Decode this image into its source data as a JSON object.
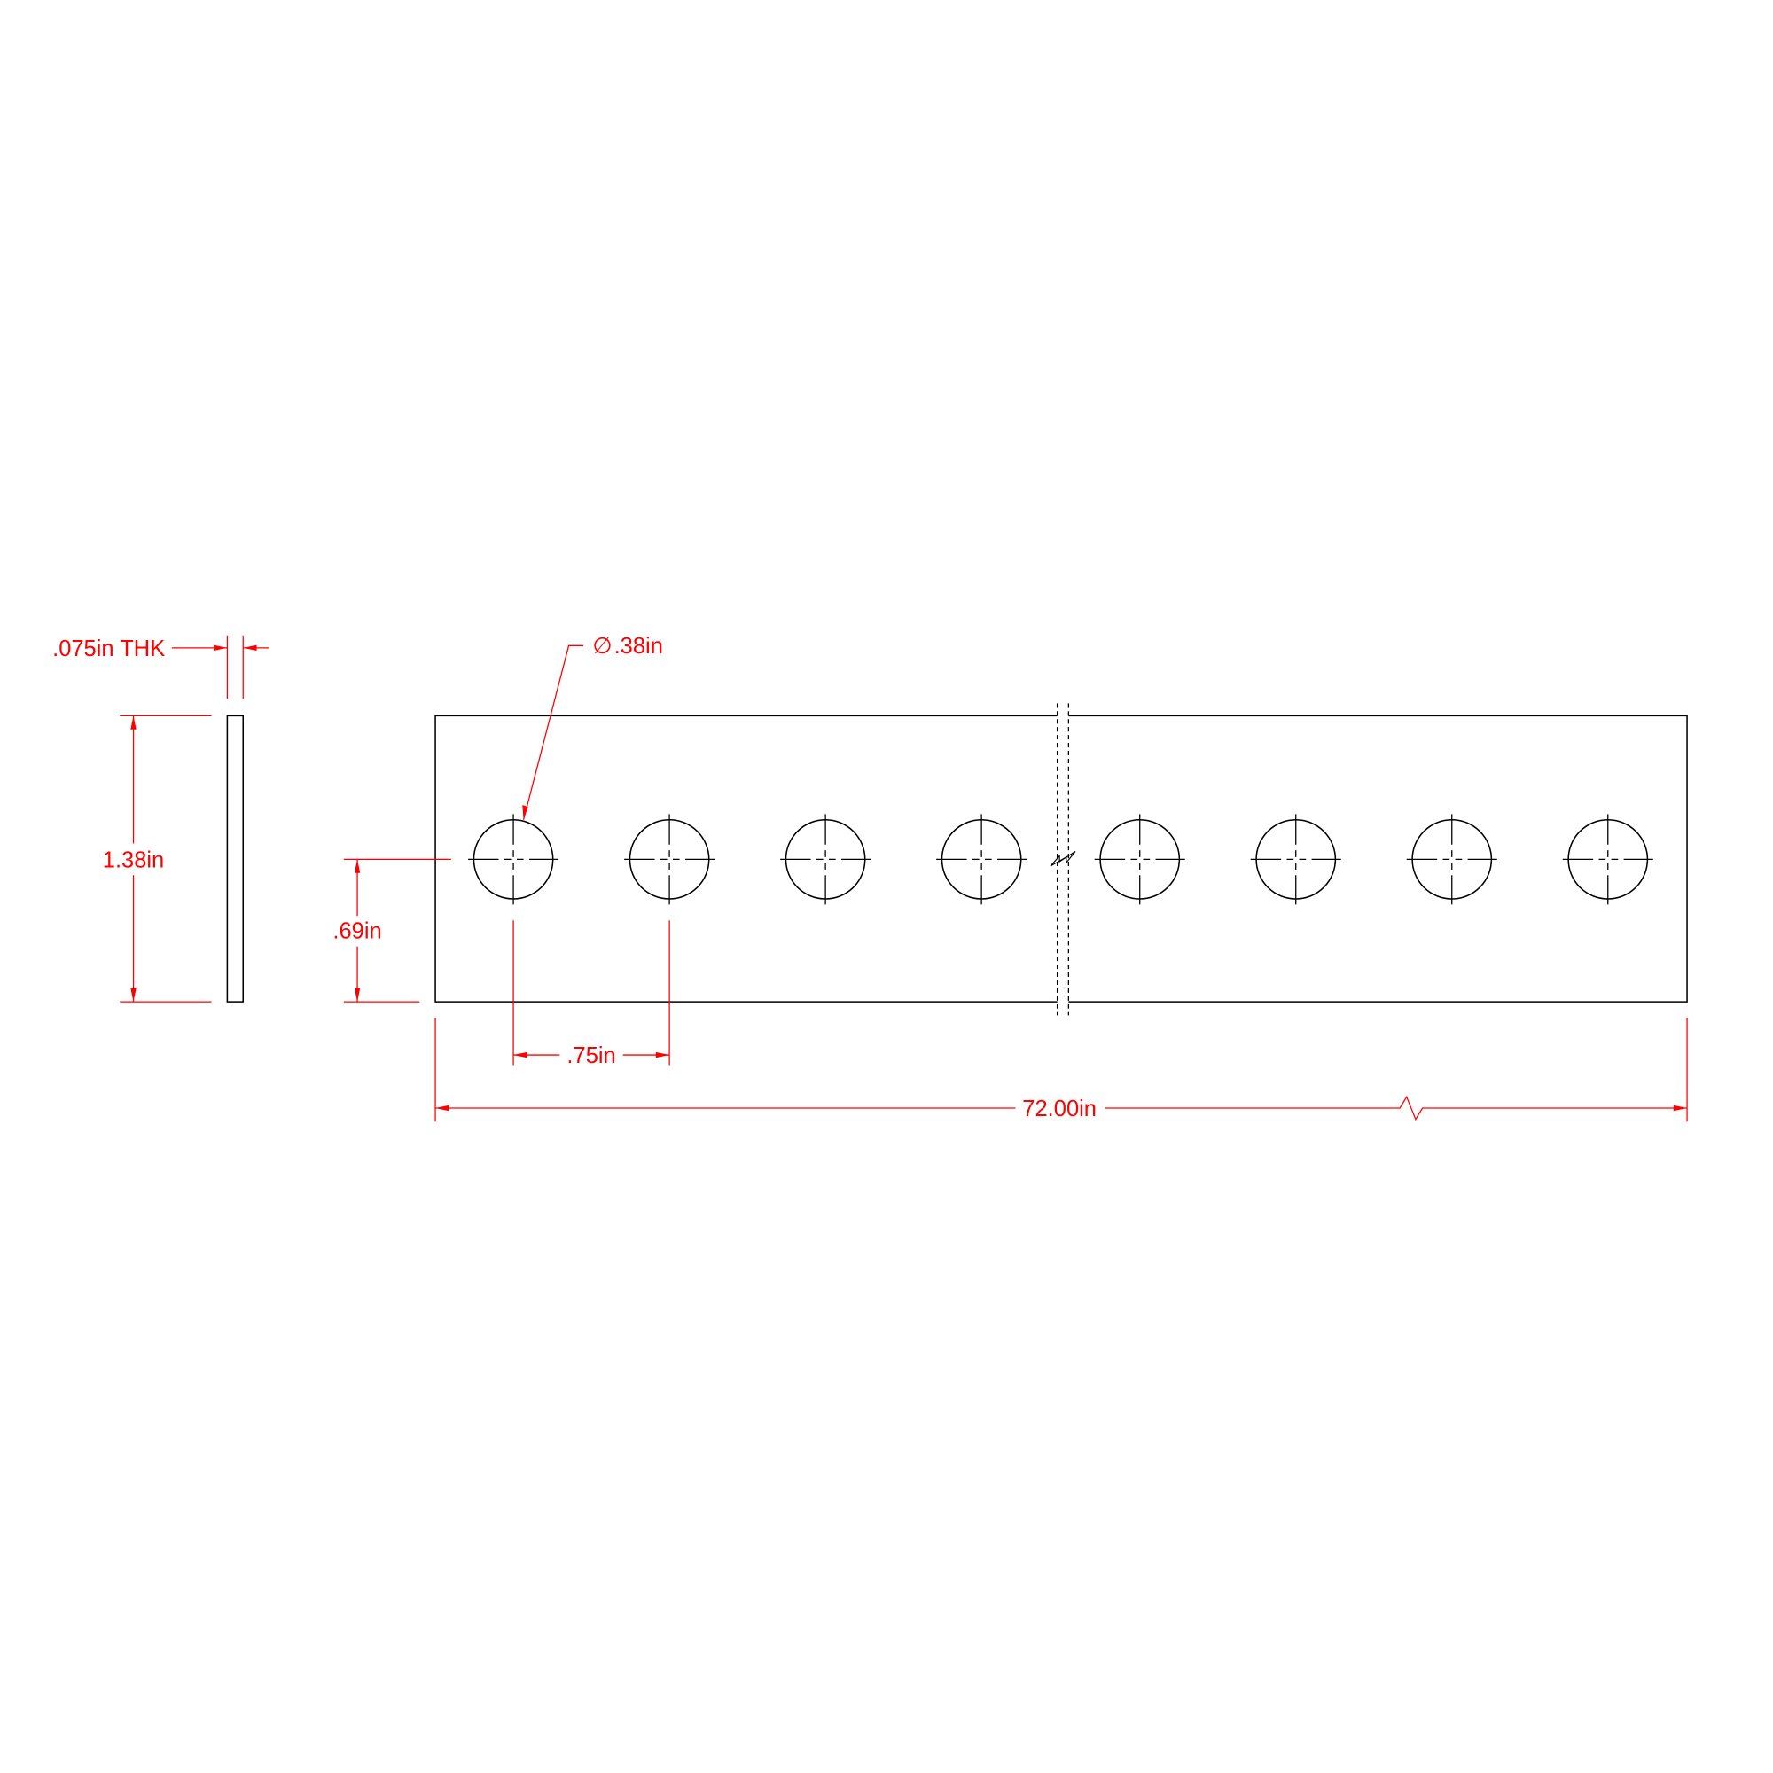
{
  "drawing": {
    "colors": {
      "object_lines": "#000000",
      "dimensions": "#ff0000",
      "background": "#ffffff"
    },
    "hole_count_shown": 8,
    "dimensions": {
      "thickness": ".075in THK",
      "width": "1.38in",
      "hole_edge_offset": ".69in",
      "hole_pitch": ".75in",
      "overall_length": "72.00in",
      "hole_diameter_symbol": "∅",
      "hole_diameter": ".38in"
    }
  }
}
